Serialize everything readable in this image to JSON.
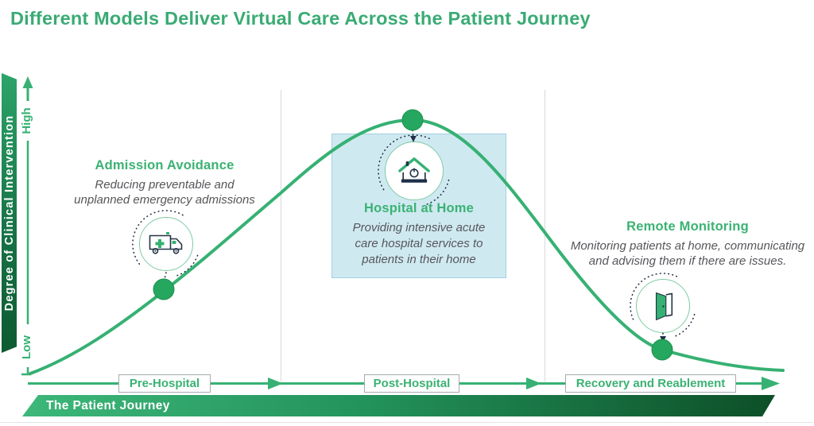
{
  "title": "Different Models Deliver Virtual Care Across the Patient Journey",
  "colors": {
    "green_primary": "#36b173",
    "green_dark": "#0d4f28",
    "navy_icon": "#243447",
    "panel_light_blue": "#cfe9f1",
    "text_gray": "#55565a"
  },
  "y_axis": {
    "label": "Degree of Clinical Intervention",
    "high": "High",
    "low": "Low"
  },
  "x_axis": {
    "stages": [
      {
        "label": "Pre-Hospital"
      },
      {
        "label": "Post-Hospital"
      },
      {
        "label": "Recovery and Reablement"
      }
    ]
  },
  "banner": {
    "label": "The Patient Journey"
  },
  "models": {
    "admission": {
      "title": "Admission Avoidance",
      "desc_lines": [
        "Reducing preventable and",
        "unplanned emergency admissions"
      ]
    },
    "hospital": {
      "title": "Hospital at Home",
      "desc_lines": [
        "Providing intensive acute",
        "care hospital services to",
        "patients in their home"
      ]
    },
    "remote": {
      "title": "Remote Monitoring",
      "desc_lines": [
        "Monitoring patients at home, communicating",
        "and advising them if there are issues."
      ]
    }
  }
}
